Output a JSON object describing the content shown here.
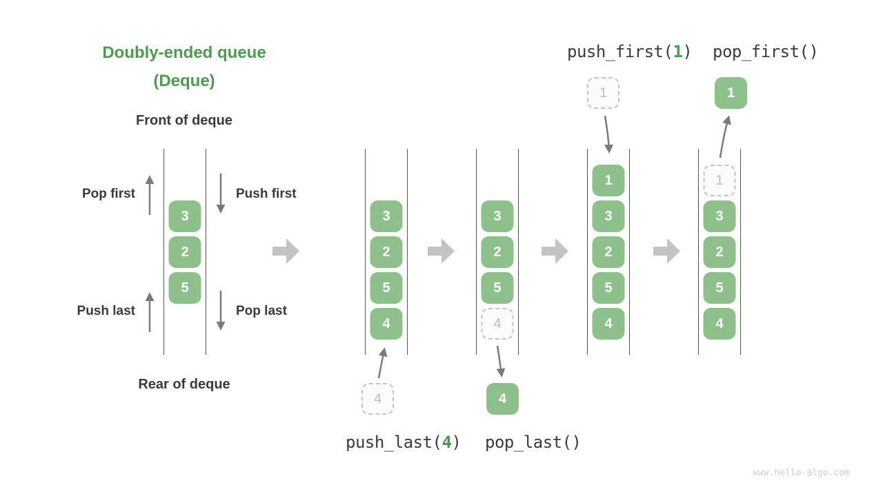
{
  "title": {
    "line1": "Doubly-ended queue",
    "line2": "(Deque)"
  },
  "side_labels": {
    "front": "Front of deque",
    "rear": "Rear of deque",
    "pop_first": "Pop first",
    "push_first": "Push first",
    "push_last": "Push last",
    "pop_last": "Pop last"
  },
  "operations": {
    "push_last": {
      "pre": "push_last(",
      "arg": "4",
      "post": ")"
    },
    "pop_last": {
      "text": "pop_last()"
    },
    "push_first": {
      "pre": "push_first(",
      "arg": "1",
      "post": ")"
    },
    "pop_first": {
      "text": "pop_first()"
    }
  },
  "queues": {
    "initial": {
      "cells": [
        "3",
        "2",
        "5"
      ]
    },
    "after_push_last": {
      "cells": [
        "3",
        "2",
        "5",
        "4"
      ]
    },
    "after_pop_last": {
      "cells": [
        "3",
        "2",
        "5"
      ],
      "ghost": "4"
    },
    "after_push_first": {
      "cells": [
        "1",
        "3",
        "2",
        "5",
        "4"
      ]
    },
    "after_pop_first": {
      "cells": [
        "3",
        "2",
        "5",
        "4"
      ],
      "ghost": "1"
    }
  },
  "floating_cells": {
    "push_last_source": "4",
    "pop_last_result": "4",
    "push_first_source": "1",
    "pop_first_result": "1"
  },
  "watermark": "www.hello-algo.com",
  "colors": {
    "title_green": "#4c9b4f",
    "cell_green": "#8dc08b",
    "accent_green": "#4c9b4f",
    "dark_text": "#3a3a3a",
    "ghost_gray": "#bdbdbd",
    "thin_arrow_gray": "#7a7a7a",
    "block_arrow_gray": "#c3c3c3",
    "queue_line_gray": "#505050",
    "watermark_gray": "#cccccc"
  }
}
